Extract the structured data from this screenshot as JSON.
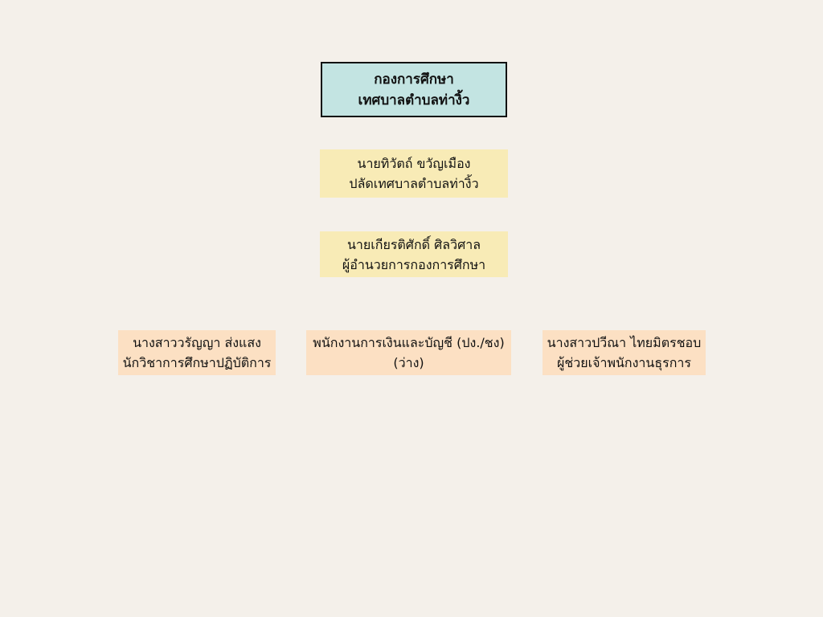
{
  "org_chart": {
    "head": {
      "line1": "กองการศึกษา",
      "line2": "เทศบาลตำบลท่างิ้ว"
    },
    "level1": {
      "name": "นายทิวัตถ์ ขวัญเมือง",
      "position": "ปลัดเทศบาลตำบลท่างิ้ว"
    },
    "level2": {
      "name": "นายเกียรติศักดิ์ ศิลวิศาล",
      "position": "ผู้อำนวยการกองการศึกษา"
    },
    "staff": [
      {
        "line1": "นางสาววรัญญา ส่งแสง",
        "line2": "นักวิชาการศึกษาปฏิบัติการ"
      },
      {
        "line1": "พนักงานการเงินและบัญชี (ปง./ชง)",
        "line2": "(ว่าง)"
      },
      {
        "line1": "นางสาวปวีณา ไทยมิตรชอบ",
        "line2": "ผู้ช่วยเจ้าพนักงานธุรการ"
      }
    ]
  },
  "colors": {
    "background": "#f4f0ea",
    "head_fill": "#c3e4e2",
    "management_fill": "#f8ebb6",
    "staff_fill": "#fce0c3"
  }
}
